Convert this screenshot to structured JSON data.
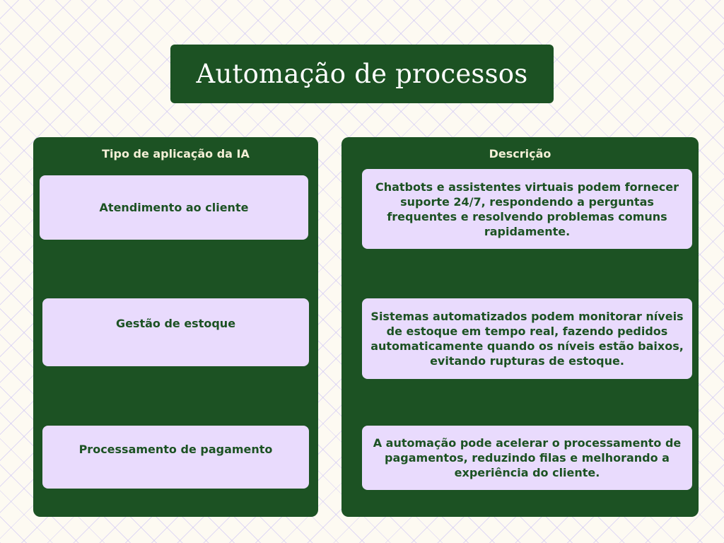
{
  "title": "Automação de processos",
  "colors": {
    "background": "#fdfaf2",
    "panel": "#1c5223",
    "card": "#e9dbfd",
    "card_text": "#1c5223",
    "header_text": "#f3efd6"
  },
  "columns": {
    "type_header": "Tipo de aplicação da IA",
    "description_header": "Descrição"
  },
  "rows": [
    {
      "type": "Atendimento ao cliente",
      "description": "Chatbots e assistentes virtuais podem fornecer suporte 24/7, respondendo a perguntas frequentes e resolvendo problemas comuns rapidamente."
    },
    {
      "type": "Gestão de estoque",
      "description": "Sistemas automatizados podem monitorar níveis de estoque em tempo real, fazendo pedidos automaticamente quando os níveis estão baixos, evitando rupturas de estoque."
    },
    {
      "type": "Processamento de pagamento",
      "description": "A automação pode acelerar o processamento de pagamentos, reduzindo filas e melhorando a experiência do cliente."
    }
  ]
}
